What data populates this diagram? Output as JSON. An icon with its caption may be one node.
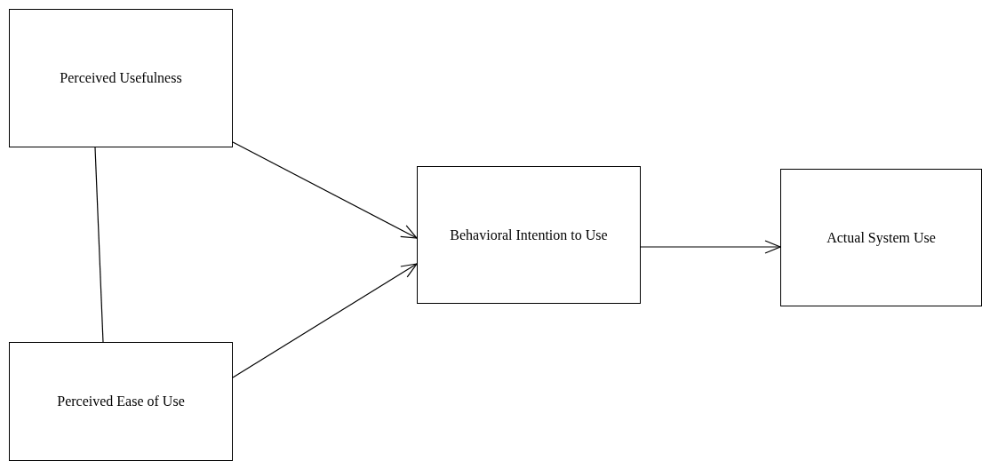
{
  "diagram": {
    "nodes": [
      {
        "text": [
          "Perceived Usefulness"
        ]
      },
      {
        "text": [
          "Perceived Ease of Use"
        ]
      },
      {
        "text": [
          "Behavioral Intention to Use"
        ]
      },
      {
        "text": [
          "Actual System Use"
        ]
      }
    ],
    "edges": [
      {
        "from": 0,
        "to": 1,
        "arrow": "none"
      },
      {
        "from": 0,
        "to": 2,
        "arrow": "to"
      },
      {
        "from": 1,
        "to": 2,
        "arrow": "to"
      },
      {
        "from": 2,
        "to": 3,
        "arrow": "to"
      }
    ]
  }
}
